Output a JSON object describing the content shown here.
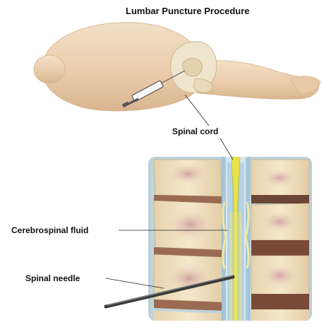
{
  "title": "Lumbar Puncture Procedure",
  "labels": {
    "spinal_cord": "Spinal cord",
    "csf": "Cerebrospinal fluid",
    "needle": "Spinal needle"
  },
  "colors": {
    "skin": "#efd6b8",
    "bone": "#f0e2c2",
    "disc": "#8c5a45",
    "cord": "#e8e24a",
    "csf": "#bcd4e3",
    "needle": "#555555"
  }
}
